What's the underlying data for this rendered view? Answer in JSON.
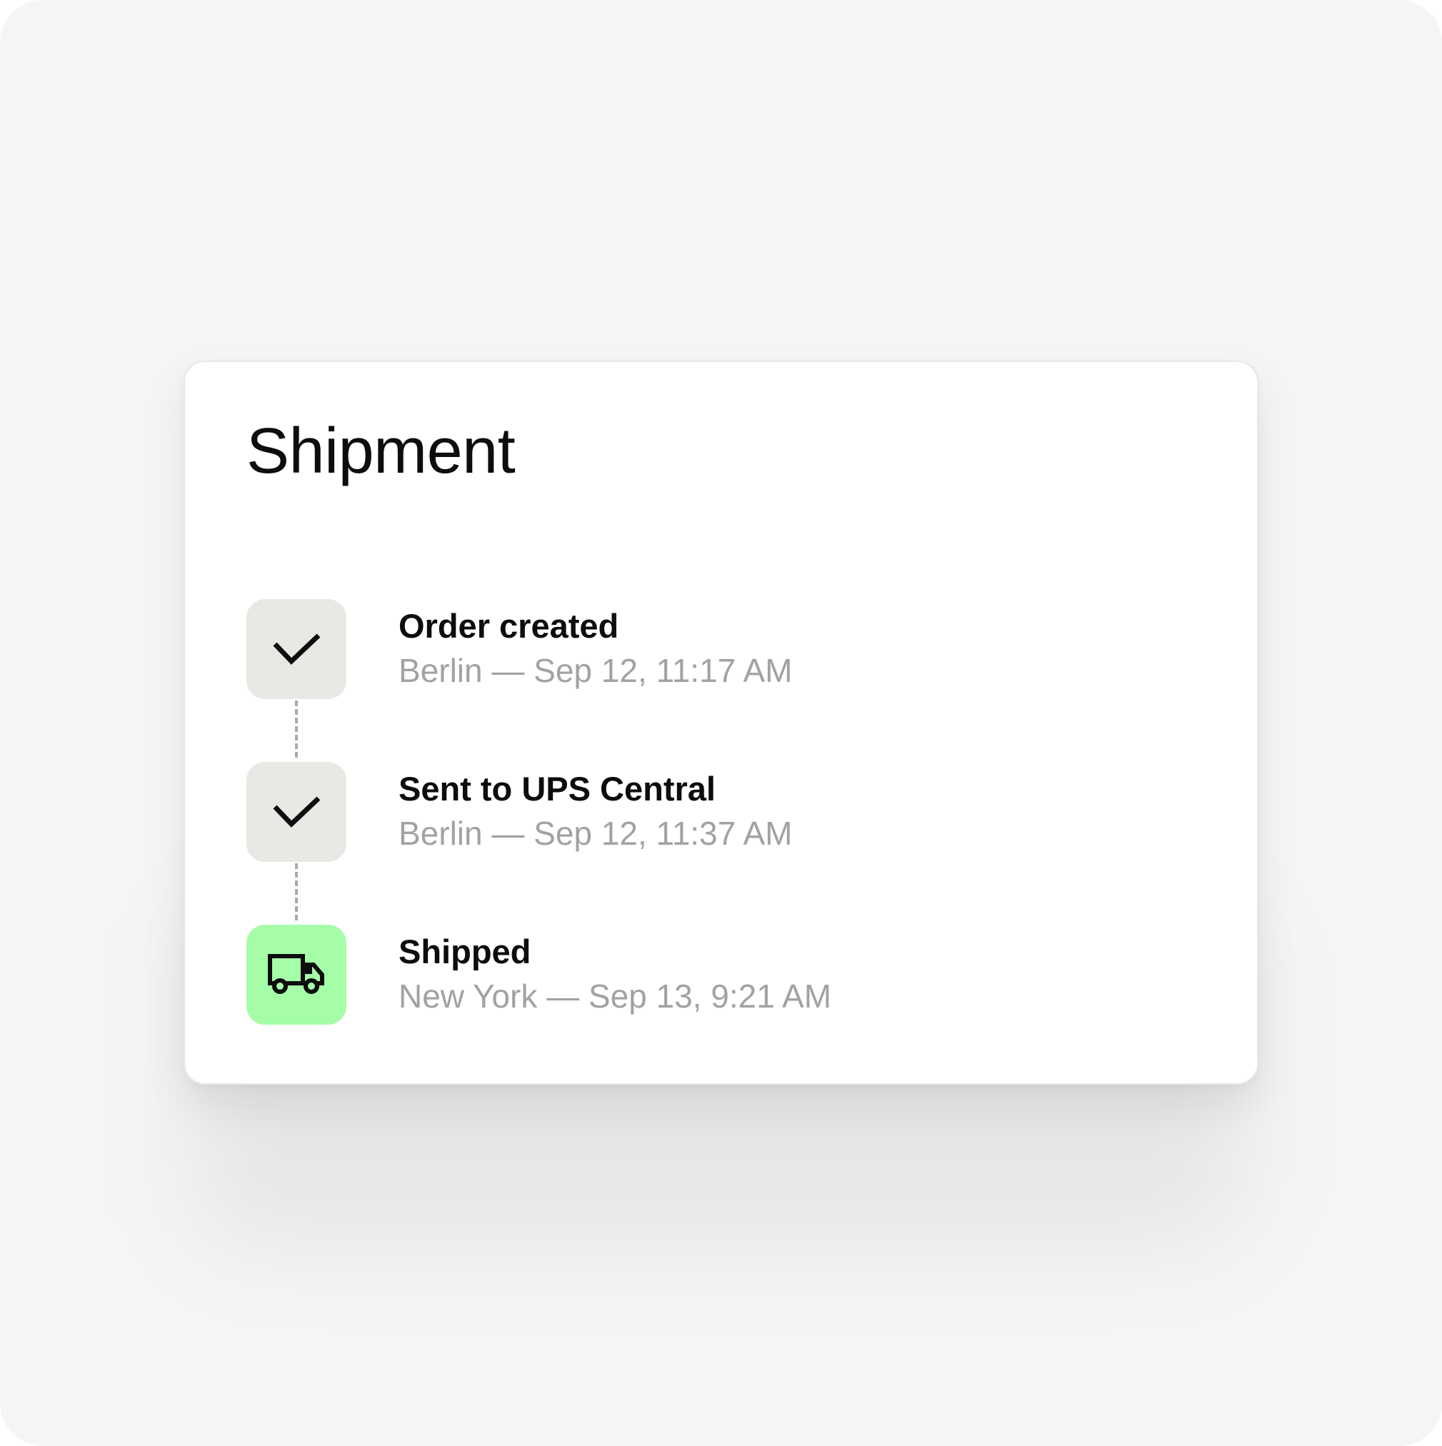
{
  "card": {
    "title": "Shipment"
  },
  "colors": {
    "page_background": "#f6f5f3",
    "card_background": "#ffffff",
    "status_complete_bg": "#e9e8e4",
    "status_active_bg": "#a5fda8",
    "text_primary": "#0d0d0d",
    "text_secondary": "#a2a2a0"
  },
  "steps": [
    {
      "title": "Order created",
      "meta": "Berlin — Sep 12, 11:17 AM",
      "icon": "check-icon",
      "state": "complete"
    },
    {
      "title": "Sent to UPS Central",
      "meta": "Berlin — Sep 12, 11:37 AM",
      "icon": "check-icon",
      "state": "complete"
    },
    {
      "title": "Shipped",
      "meta": "New York — Sep 13, 9:21 AM",
      "icon": "truck-icon",
      "state": "active"
    }
  ]
}
